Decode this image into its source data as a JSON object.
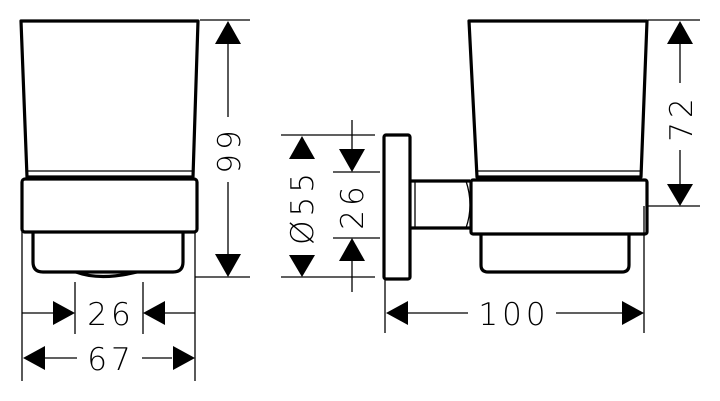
{
  "drawing": {
    "front_view": {
      "height_label": "99",
      "base_width_label": "26",
      "overall_width_label": "67"
    },
    "side_view": {
      "plate_diameter_label": "Ø55",
      "rod_diameter_label": "26",
      "cup_height_label": "72",
      "projection_label": "100"
    },
    "line_color": "#000000",
    "background_color": "#ffffff"
  }
}
